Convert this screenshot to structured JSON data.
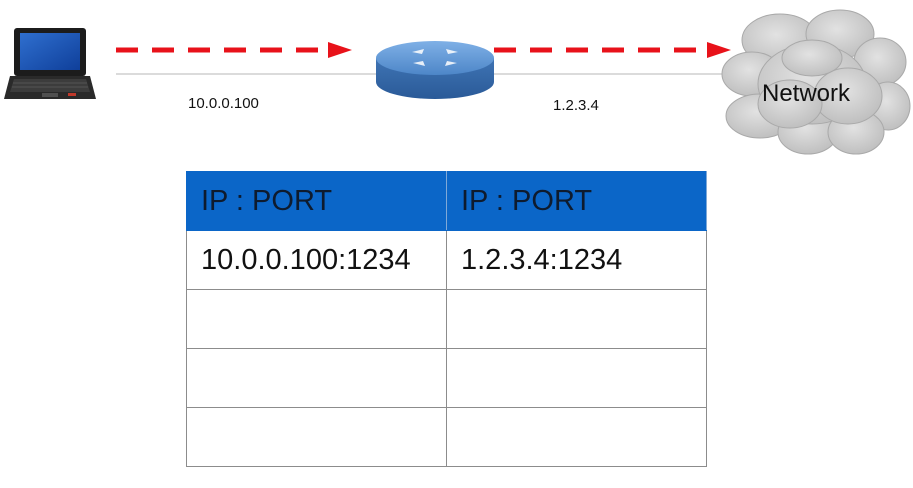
{
  "diagram": {
    "laptop_icon": "laptop-icon",
    "router_icon": "router-icon",
    "cloud_icon": "cloud-icon",
    "network_label": "Network",
    "links": [
      {
        "label": "10.0.0.100"
      },
      {
        "label": "1.2.3.4"
      }
    ],
    "colors": {
      "arrow": "#e8121a",
      "router": "#4f86c4",
      "cloud": "#c8c8c8",
      "table_header": "#0b66c8"
    }
  },
  "nat_table": {
    "headers": [
      "IP : PORT",
      "IP : PORT"
    ],
    "rows": [
      [
        "10.0.0.100:1234",
        "1.2.3.4:1234"
      ],
      [
        "",
        ""
      ],
      [
        "",
        ""
      ],
      [
        "",
        ""
      ]
    ]
  }
}
